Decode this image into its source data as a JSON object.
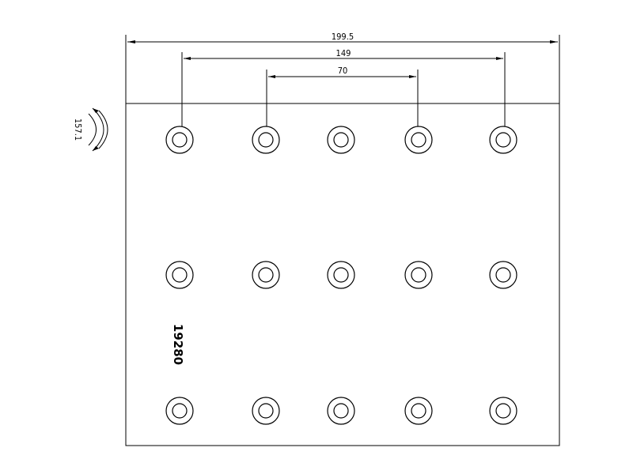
{
  "dimensions": {
    "overall_width": "199.5",
    "outer_hole_spacing": "149",
    "inner_hole_spacing": "70",
    "arc_radius": "157.1"
  },
  "part_number": "19280",
  "holes": {
    "rows": 3,
    "columns": 5
  }
}
